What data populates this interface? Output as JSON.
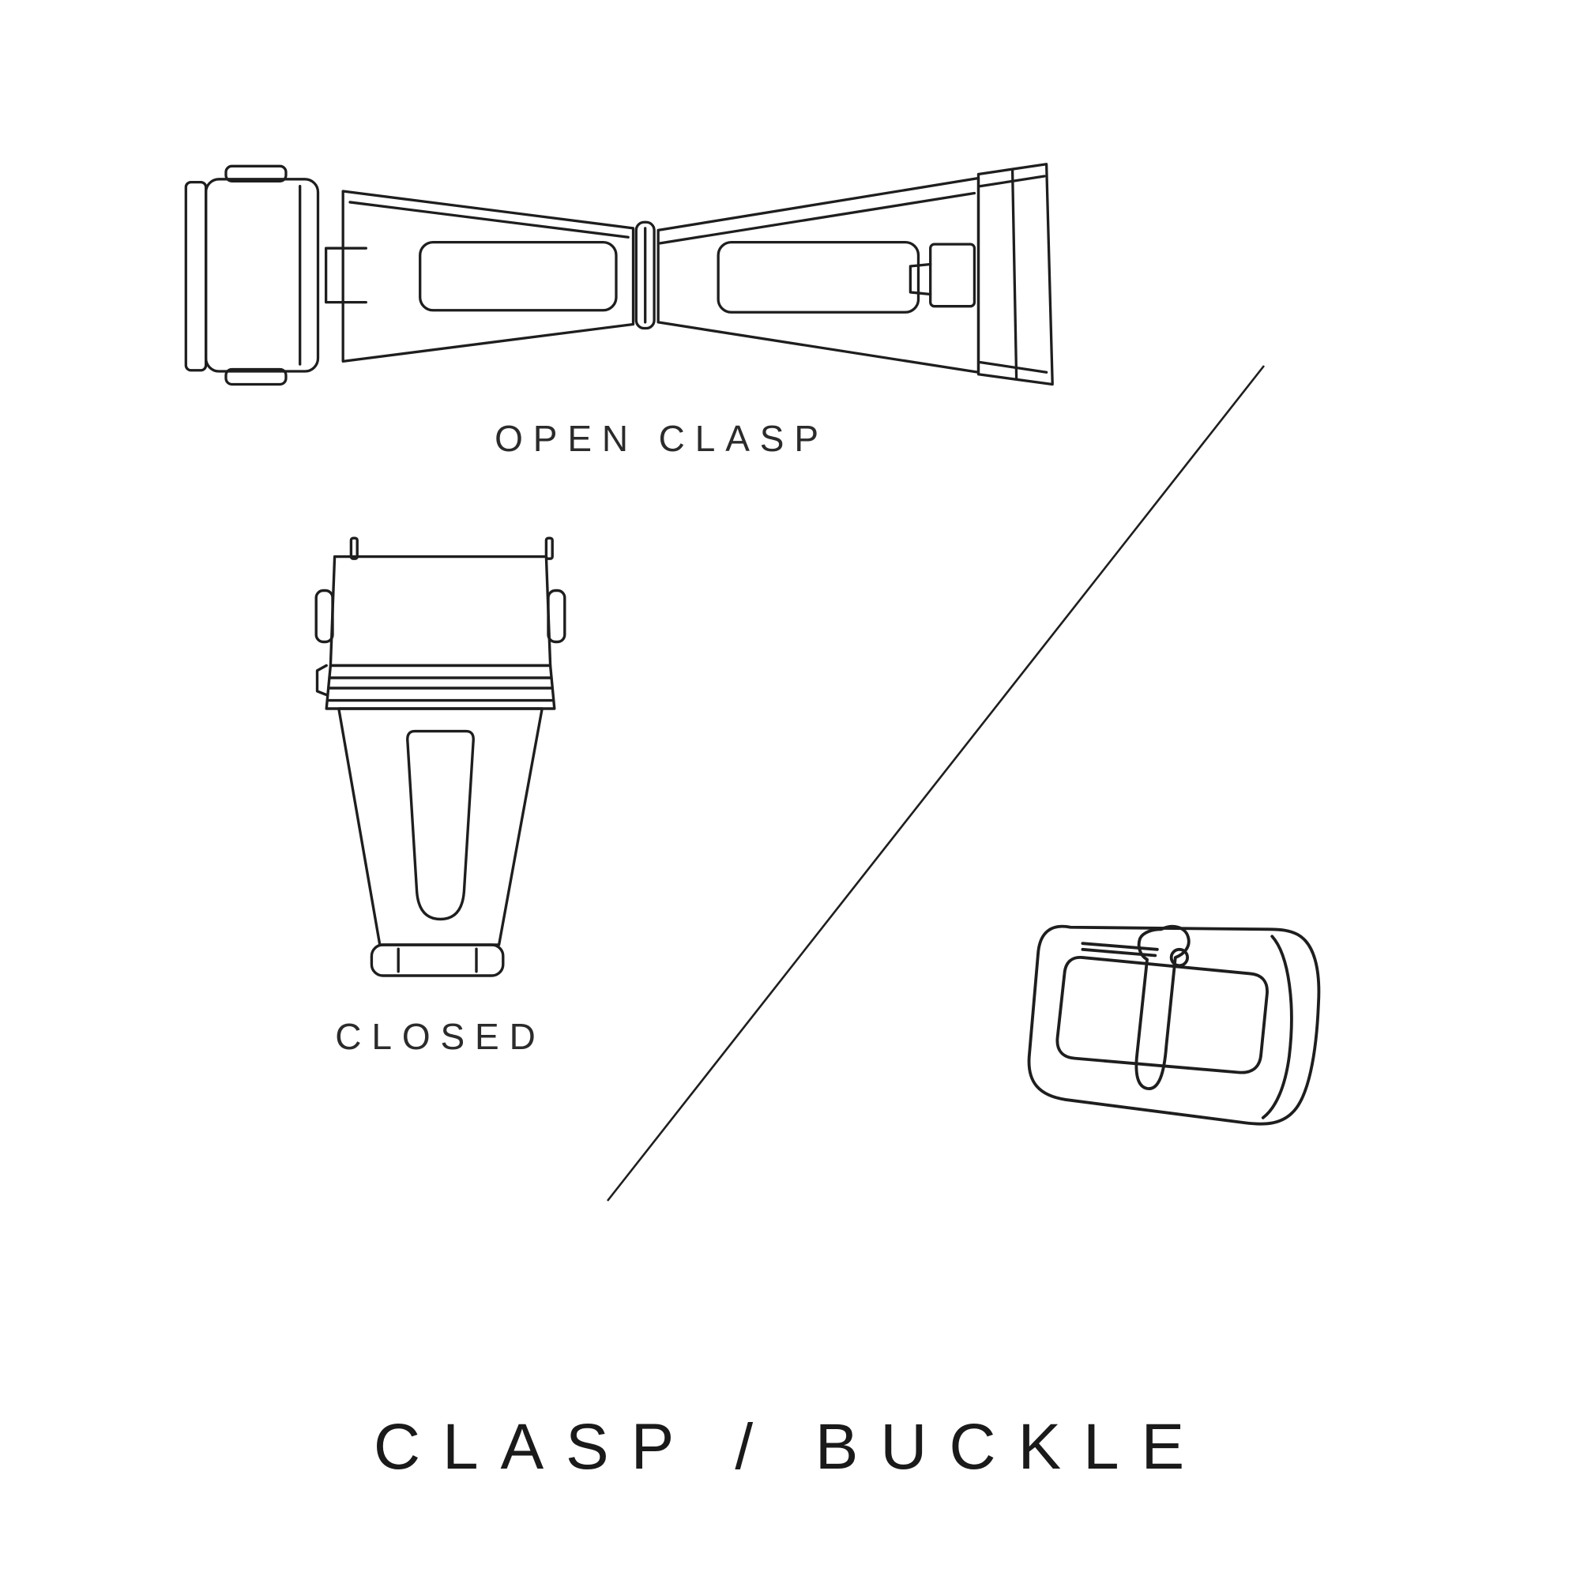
{
  "title": "CLASP / BUCKLE",
  "figures": {
    "open_clasp": {
      "label": "OPEN CLASP"
    },
    "closed_clasp": {
      "label": "CLOSED"
    },
    "buckle": {
      "label": ""
    }
  },
  "colors": {
    "line": "#1e1e1e",
    "text": "#2b2b2b",
    "background": "#ffffff"
  }
}
